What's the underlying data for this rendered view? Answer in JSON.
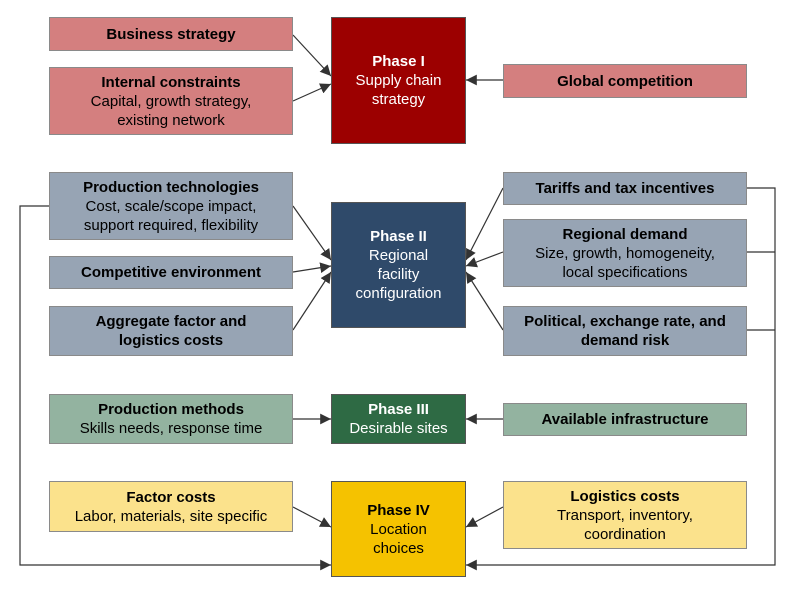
{
  "colors": {
    "strategy_inputs": "#d47f7f",
    "configuration_inputs": "#97a4b4",
    "site_inputs": "#93b3a0",
    "location_inputs": "#fbe28c",
    "phase_1": "#9c0000",
    "phase_2": "#2f4a6a",
    "phase_3": "#2e6a44",
    "phase_4": "#f5c200",
    "arrow": "#333333"
  },
  "phases": {
    "p1": {
      "title": "Phase I",
      "lines": [
        "Supply chain",
        "strategy"
      ]
    },
    "p2": {
      "title": "Phase II",
      "lines": [
        "Regional",
        "facility",
        "configuration"
      ]
    },
    "p3": {
      "title": "Phase III",
      "lines": [
        "Desirable sites"
      ]
    },
    "p4": {
      "title": "Phase IV",
      "lines": [
        "Location",
        "choices"
      ]
    }
  },
  "factors": {
    "business_strategy": {
      "title": "Business strategy"
    },
    "internal_constraints": {
      "title": "Internal constraints",
      "lines": [
        "Capital, growth strategy,",
        "existing network"
      ]
    },
    "global_competition": {
      "title": "Global competition"
    },
    "production_technologies": {
      "title": "Production technologies",
      "lines": [
        "Cost, scale/scope impact,",
        "support required, flexibility"
      ]
    },
    "competitive_environment": {
      "title": "Competitive environment"
    },
    "aggregate_costs": {
      "title_lines": [
        "Aggregate factor and",
        "logistics costs"
      ]
    },
    "tariffs": {
      "title": "Tariffs and tax incentives"
    },
    "regional_demand": {
      "title": "Regional demand",
      "lines": [
        "Size, growth, homogeneity,",
        "local specifications"
      ]
    },
    "political_risk": {
      "title_lines": [
        "Political, exchange rate, and",
        "demand risk"
      ]
    },
    "production_methods": {
      "title": "Production methods",
      "lines": [
        "Skills needs, response time"
      ]
    },
    "available_infrastructure": {
      "title": "Available infrastructure"
    },
    "factor_costs": {
      "title": "Factor costs",
      "lines": [
        "Labor, materials, site specific"
      ]
    },
    "logistics_costs": {
      "title": "Logistics costs",
      "lines": [
        "Transport, inventory,",
        "coordination"
      ]
    }
  }
}
